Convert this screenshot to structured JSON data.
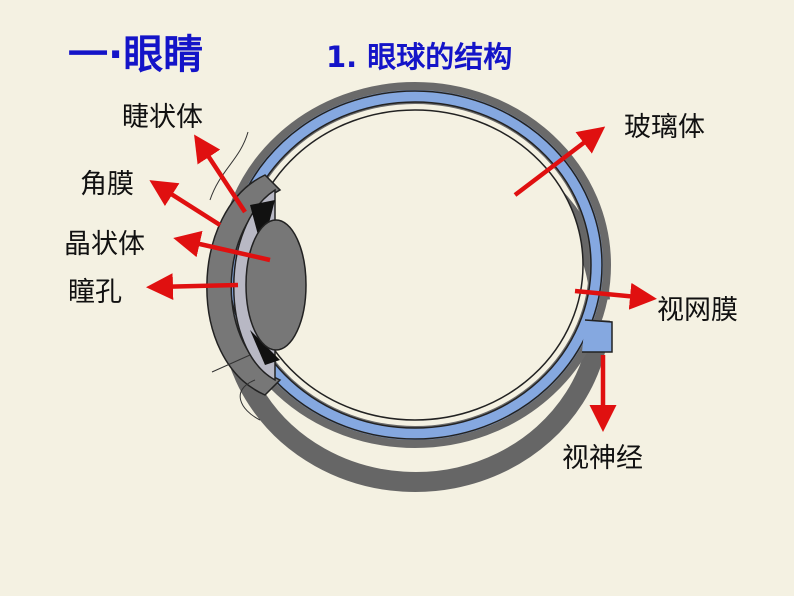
{
  "header": {
    "title": "一·眼睛",
    "subtitle": "1. 眼球的结构"
  },
  "labels": {
    "ciliary_body": "睫状体",
    "cornea": "角膜",
    "lens": "晶状体",
    "pupil": "瞳孔",
    "vitreous_body": "玻璃体",
    "retina": "视网膜",
    "optic_nerve": "视神经"
  },
  "colors": {
    "title": "#1414c8",
    "arrow": "#e01010",
    "choroid": "#7fa0d8",
    "sclera": "#707070"
  }
}
